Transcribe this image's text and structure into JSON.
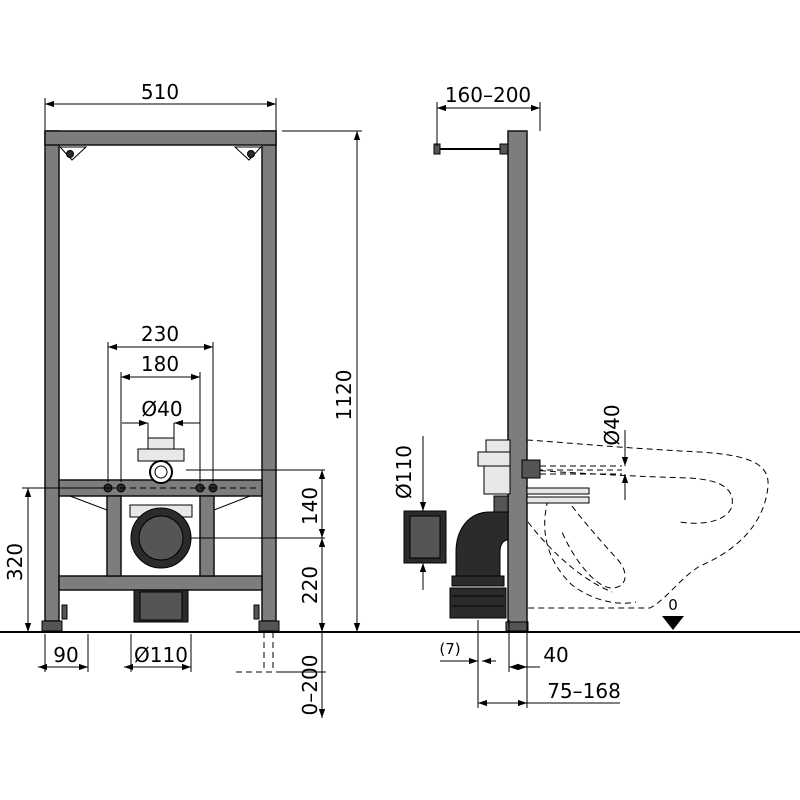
{
  "dimensions": {
    "width_510": "510",
    "width_230": "230",
    "width_180": "180",
    "dia_40_front": "Ø40",
    "height_1120": "1120",
    "height_140": "140",
    "height_220": "220",
    "height_320": "320",
    "foot_90": "90",
    "dia_110_front": "Ø110",
    "adjust_0_200": "0–200",
    "depth_160_200": "160–200",
    "dia_110_side": "Ø110",
    "dia_40_side": "Ø40",
    "gap_7": "(7)",
    "offset_40": "40",
    "range_75_168": "75–168",
    "floor_zero": "0"
  },
  "colors": {
    "frame": "#7d7d7d",
    "pipe_dark": "#2b2b2b",
    "line": "#000000"
  }
}
